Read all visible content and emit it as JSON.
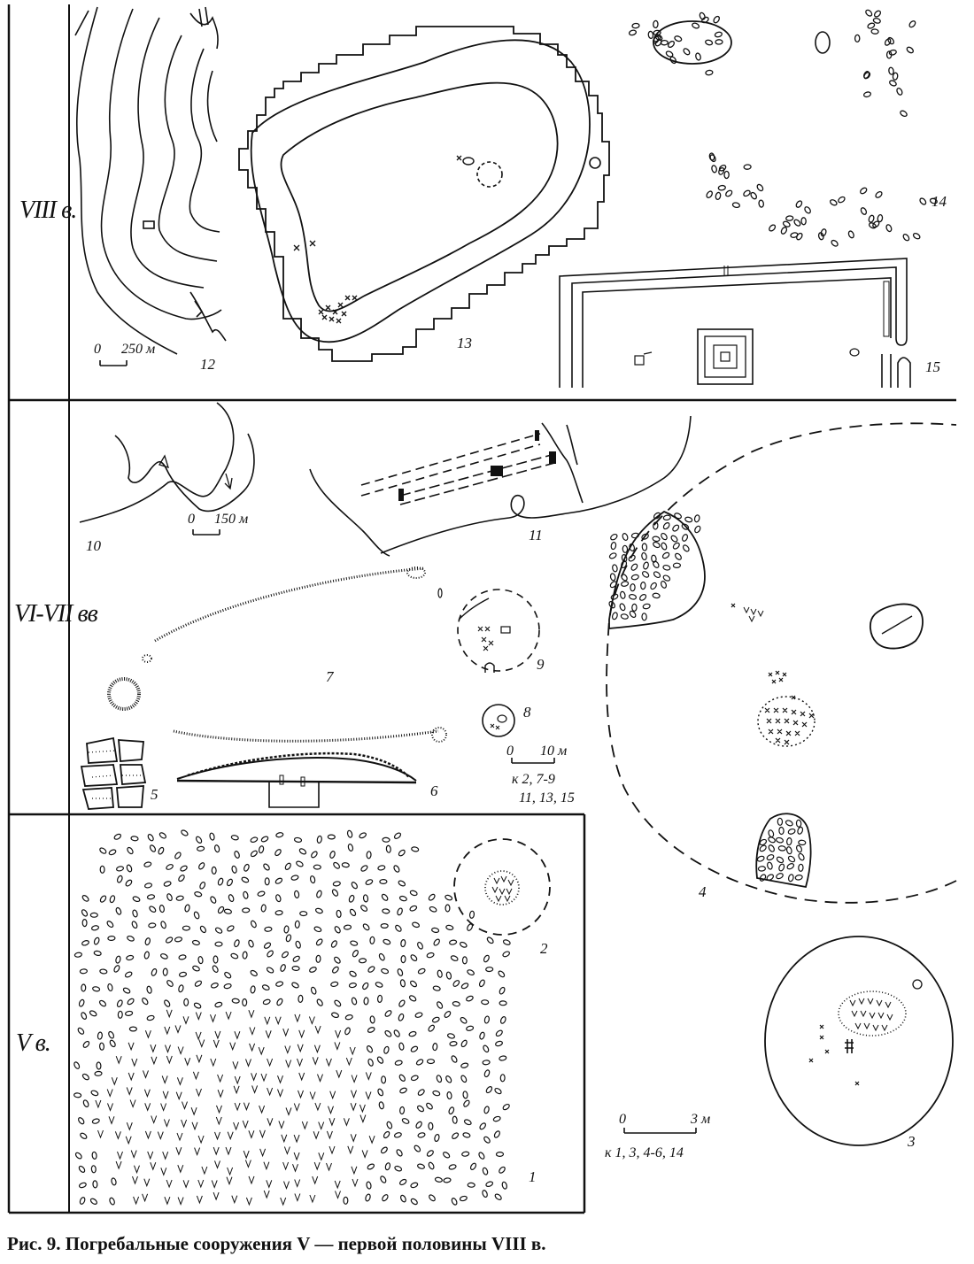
{
  "caption": "Рис. 9. Погребальные сооружения V — первой половины VIII в.",
  "periods": {
    "p8": "VIII в.",
    "p67": "VI-VII вв",
    "p5": "V в."
  },
  "figure_numbers": [
    "1",
    "2",
    "3",
    "4",
    "5",
    "6",
    "7",
    "8",
    "9",
    "10",
    "11",
    "12",
    "13",
    "14",
    "15"
  ],
  "scales": {
    "s250": {
      "zero": "0",
      "value": "250 м"
    },
    "s150": {
      "zero": "0",
      "value": "150 м"
    },
    "s10": {
      "zero": "0",
      "value": "10 м",
      "note1": "к 2, 7-9",
      "note2": "11, 13, 15"
    },
    "s3": {
      "zero": "0",
      "value": "3 м",
      "note": "к 1, 3, 4-6, 14"
    }
  }
}
